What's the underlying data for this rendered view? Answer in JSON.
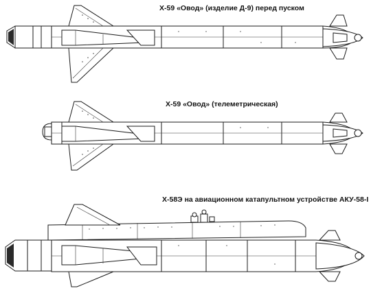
{
  "diagrams": [
    {
      "caption": "Х-59 «Овод» (изделие Д-9) перед пуском"
    },
    {
      "caption": "Х-59 «Овод» (телеметрическая)"
    },
    {
      "caption": "Х-58Э на авиационном катапультном устройстве АКУ-58-I"
    }
  ],
  "colors": {
    "line": "#1a1a1a",
    "background": "#ffffff"
  }
}
